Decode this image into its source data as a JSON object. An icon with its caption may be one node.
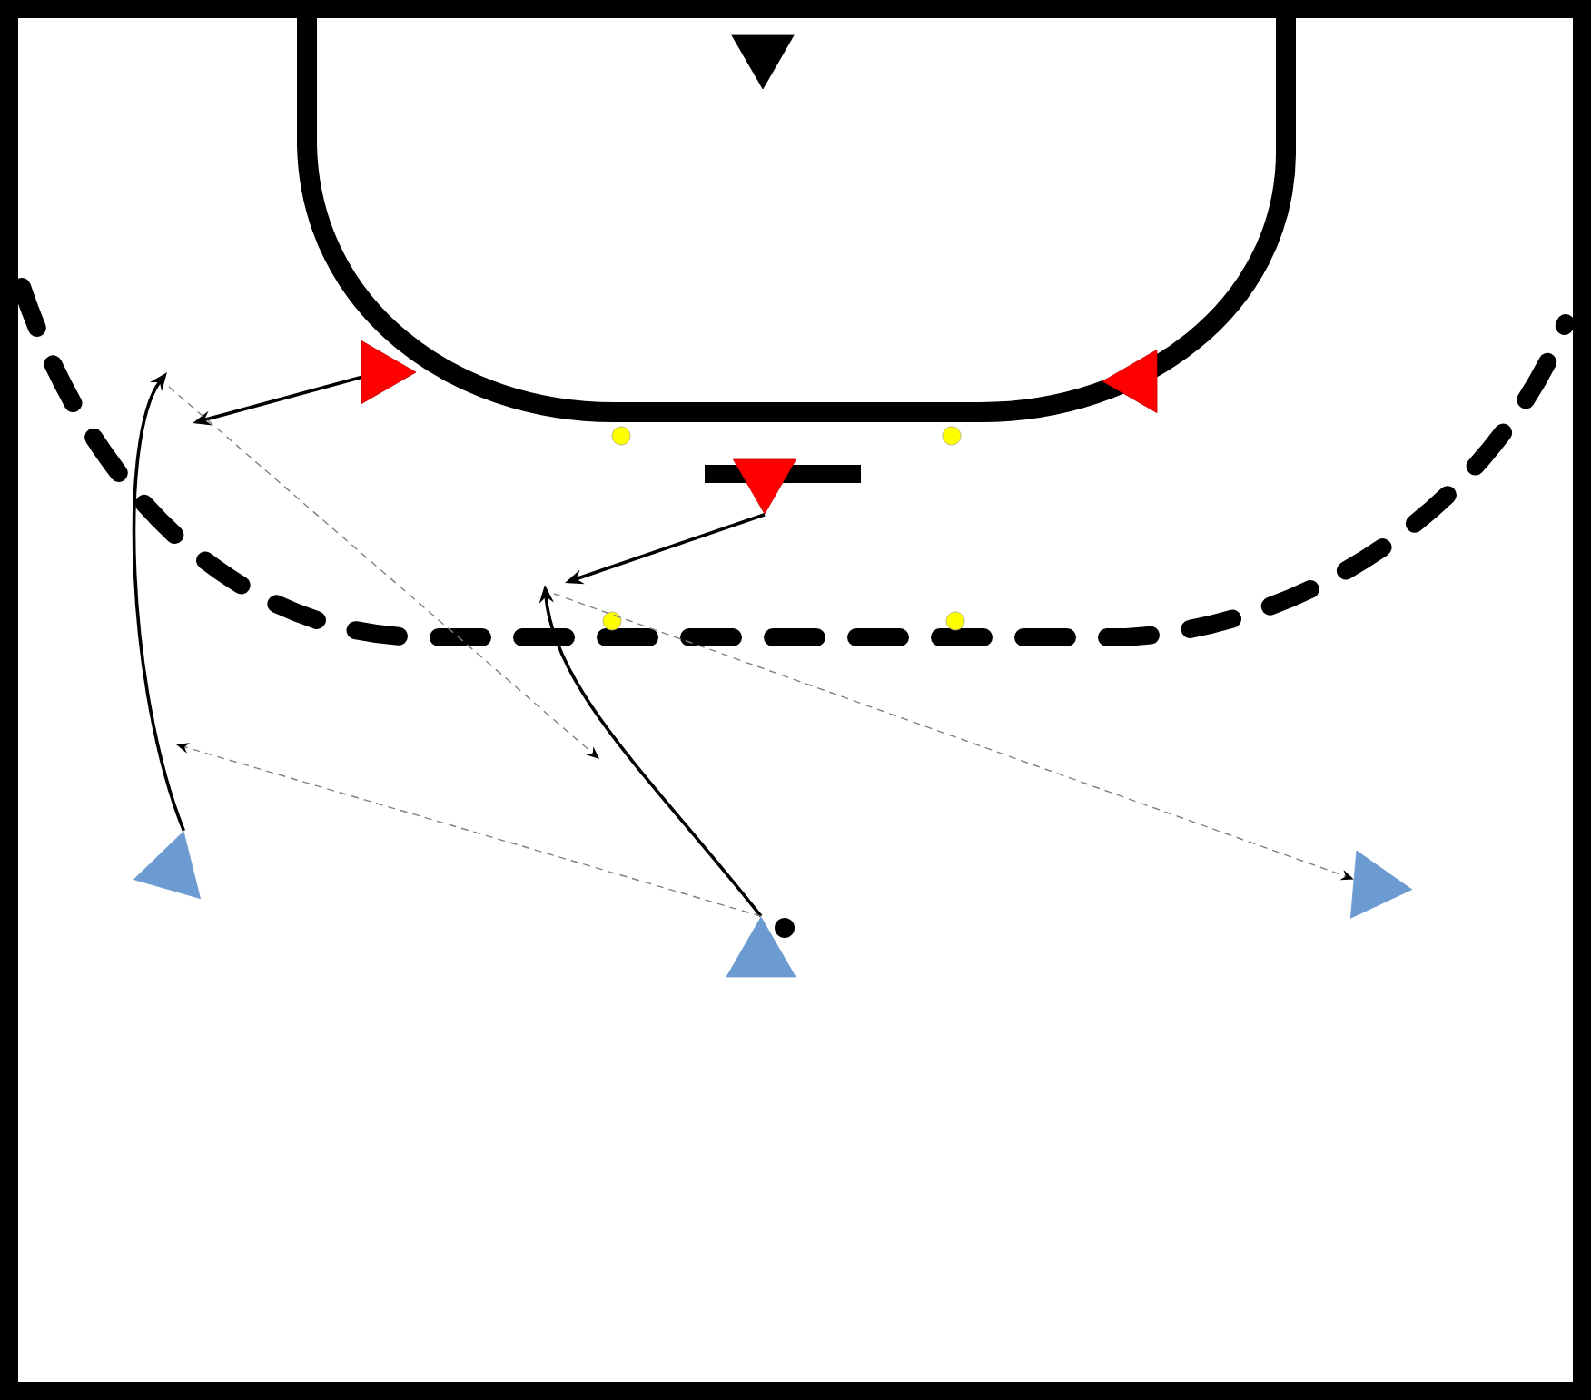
{
  "diagram": {
    "nodes": [
      {
        "text": [],
        "shape": "triangle"
      },
      {
        "text": [],
        "shape": "triangle"
      },
      {
        "text": [],
        "shape": "triangle"
      },
      {
        "text": [],
        "shape": "triangle"
      },
      {
        "text": [],
        "shape": "triangle"
      },
      {
        "text": [],
        "shape": "triangle"
      },
      {
        "text": [],
        "shape": "triangle"
      }
    ],
    "edges": [
      {
        "from": 1,
        "to": null,
        "arrow": "to"
      },
      {
        "from": 3,
        "to": null,
        "arrow": "to"
      },
      {
        "from": 4,
        "to": null,
        "arrow": "to"
      },
      {
        "from": 6,
        "to": null,
        "arrow": "to"
      },
      {
        "from": 6,
        "to": null,
        "arrow": "to",
        "style": "dashed",
        "color": "#808080"
      },
      {
        "from": null,
        "to": 5,
        "arrow": "to",
        "style": "dashed",
        "color": "#808080"
      }
    ]
  }
}
